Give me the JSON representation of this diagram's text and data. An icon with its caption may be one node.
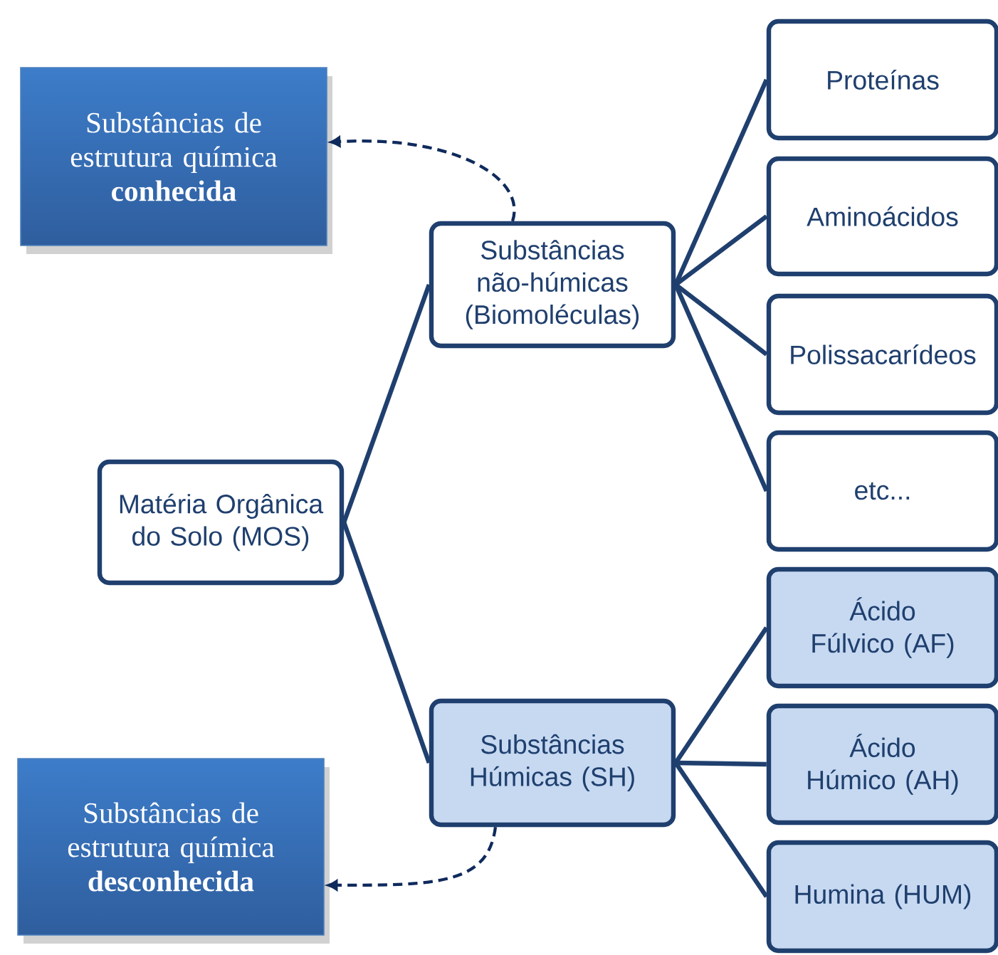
{
  "diagram": {
    "nodes": [
      {
        "text": [
          "Matéria Orgânica do Solo (MOS)"
        ]
      },
      {
        "text": [
          "Substâncias não-húmicas (Biomoléculas)"
        ]
      },
      {
        "text": [
          "Substâncias Húmicas (SH)"
        ]
      },
      {
        "text": [
          "Proteínas"
        ]
      },
      {
        "text": [
          "Aminoácidos"
        ]
      },
      {
        "text": [
          "Polissacarídeos"
        ]
      },
      {
        "text": [
          "etc..."
        ]
      },
      {
        "text": [
          "Ácido Fúlvico (AF)"
        ]
      },
      {
        "text": [
          "Ácido Húmico (AH)"
        ]
      },
      {
        "text": [
          "Humina (HUM)"
        ]
      },
      {
        "text": [
          "Substâncias de estrutura química **conhecida**"
        ]
      },
      {
        "text": [
          "Substâncias de estrutura química **desconhecida**"
        ]
      }
    ],
    "edges": [
      {
        "from": 0,
        "to": 1,
        "arrow": "none"
      },
      {
        "from": 0,
        "to": 2,
        "arrow": "none"
      },
      {
        "from": 1,
        "to": 3,
        "arrow": "none"
      },
      {
        "from": 1,
        "to": 4,
        "arrow": "none"
      },
      {
        "from": 1,
        "to": 5,
        "arrow": "none"
      },
      {
        "from": 1,
        "to": 6,
        "arrow": "none"
      },
      {
        "from": 2,
        "to": 7,
        "arrow": "none"
      },
      {
        "from": 2,
        "to": 8,
        "arrow": "none"
      },
      {
        "from": 2,
        "to": 9,
        "arrow": "none"
      },
      {
        "from": 1,
        "to": 10,
        "arrow": "to",
        "style": "dashed"
      },
      {
        "from": 2,
        "to": 11,
        "arrow": "to",
        "style": "dashed"
      }
    ]
  }
}
